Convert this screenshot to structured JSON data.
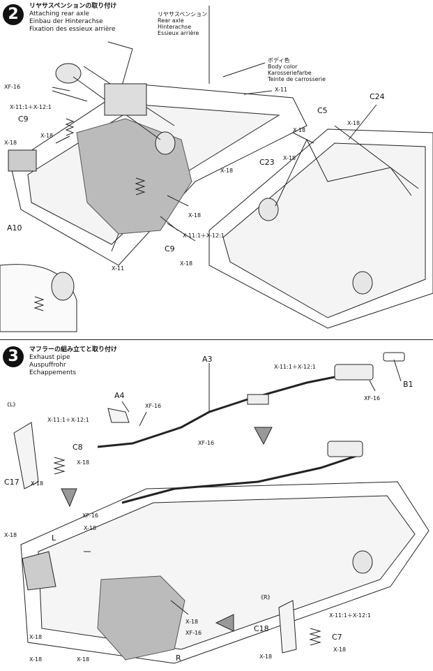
{
  "step2": {
    "number": "2",
    "title": {
      "ja": "リヤサスペンションの取り付け",
      "en": "Attaching rear axle",
      "de": "Einbau der Hinterachse",
      "fr": "Fixation des essieux arrière"
    },
    "callout_rear_axle": {
      "ja": "リヤサスペンション",
      "en": "Rear axle",
      "de": "Hinterachse",
      "fr": "Essieux arrière"
    },
    "callout_body_color": {
      "ja": "ボディ色",
      "en": "Body color",
      "de": "Karosseriefarbe",
      "fr": "Teinte de carrosserie"
    },
    "labels": {
      "xf16": "XF-16",
      "x11": "X-11",
      "x11_x12": "X-11:1＋X-12:1",
      "x18": "X-18",
      "c9": "C9",
      "a10": "A10",
      "c5": "C5",
      "c23": "C23",
      "c24": "C24"
    }
  },
  "step3": {
    "number": "3",
    "title": {
      "ja": "マフラーの組み立てと取り付け",
      "en": "Exhaust pipe",
      "de": "Auspuffrohr",
      "fr": "Echappements"
    },
    "labels": {
      "a3": "A3",
      "a4": "A4",
      "b1": "B1",
      "left": "《L》",
      "right": "《R》",
      "c8": "C8",
      "c17": "C17",
      "c18": "C18",
      "c7": "C7",
      "l": "L",
      "r": "R",
      "x11_x12": "X-11:1＋X-12:1",
      "xf16": "XF-16",
      "x18": "X-18"
    }
  }
}
